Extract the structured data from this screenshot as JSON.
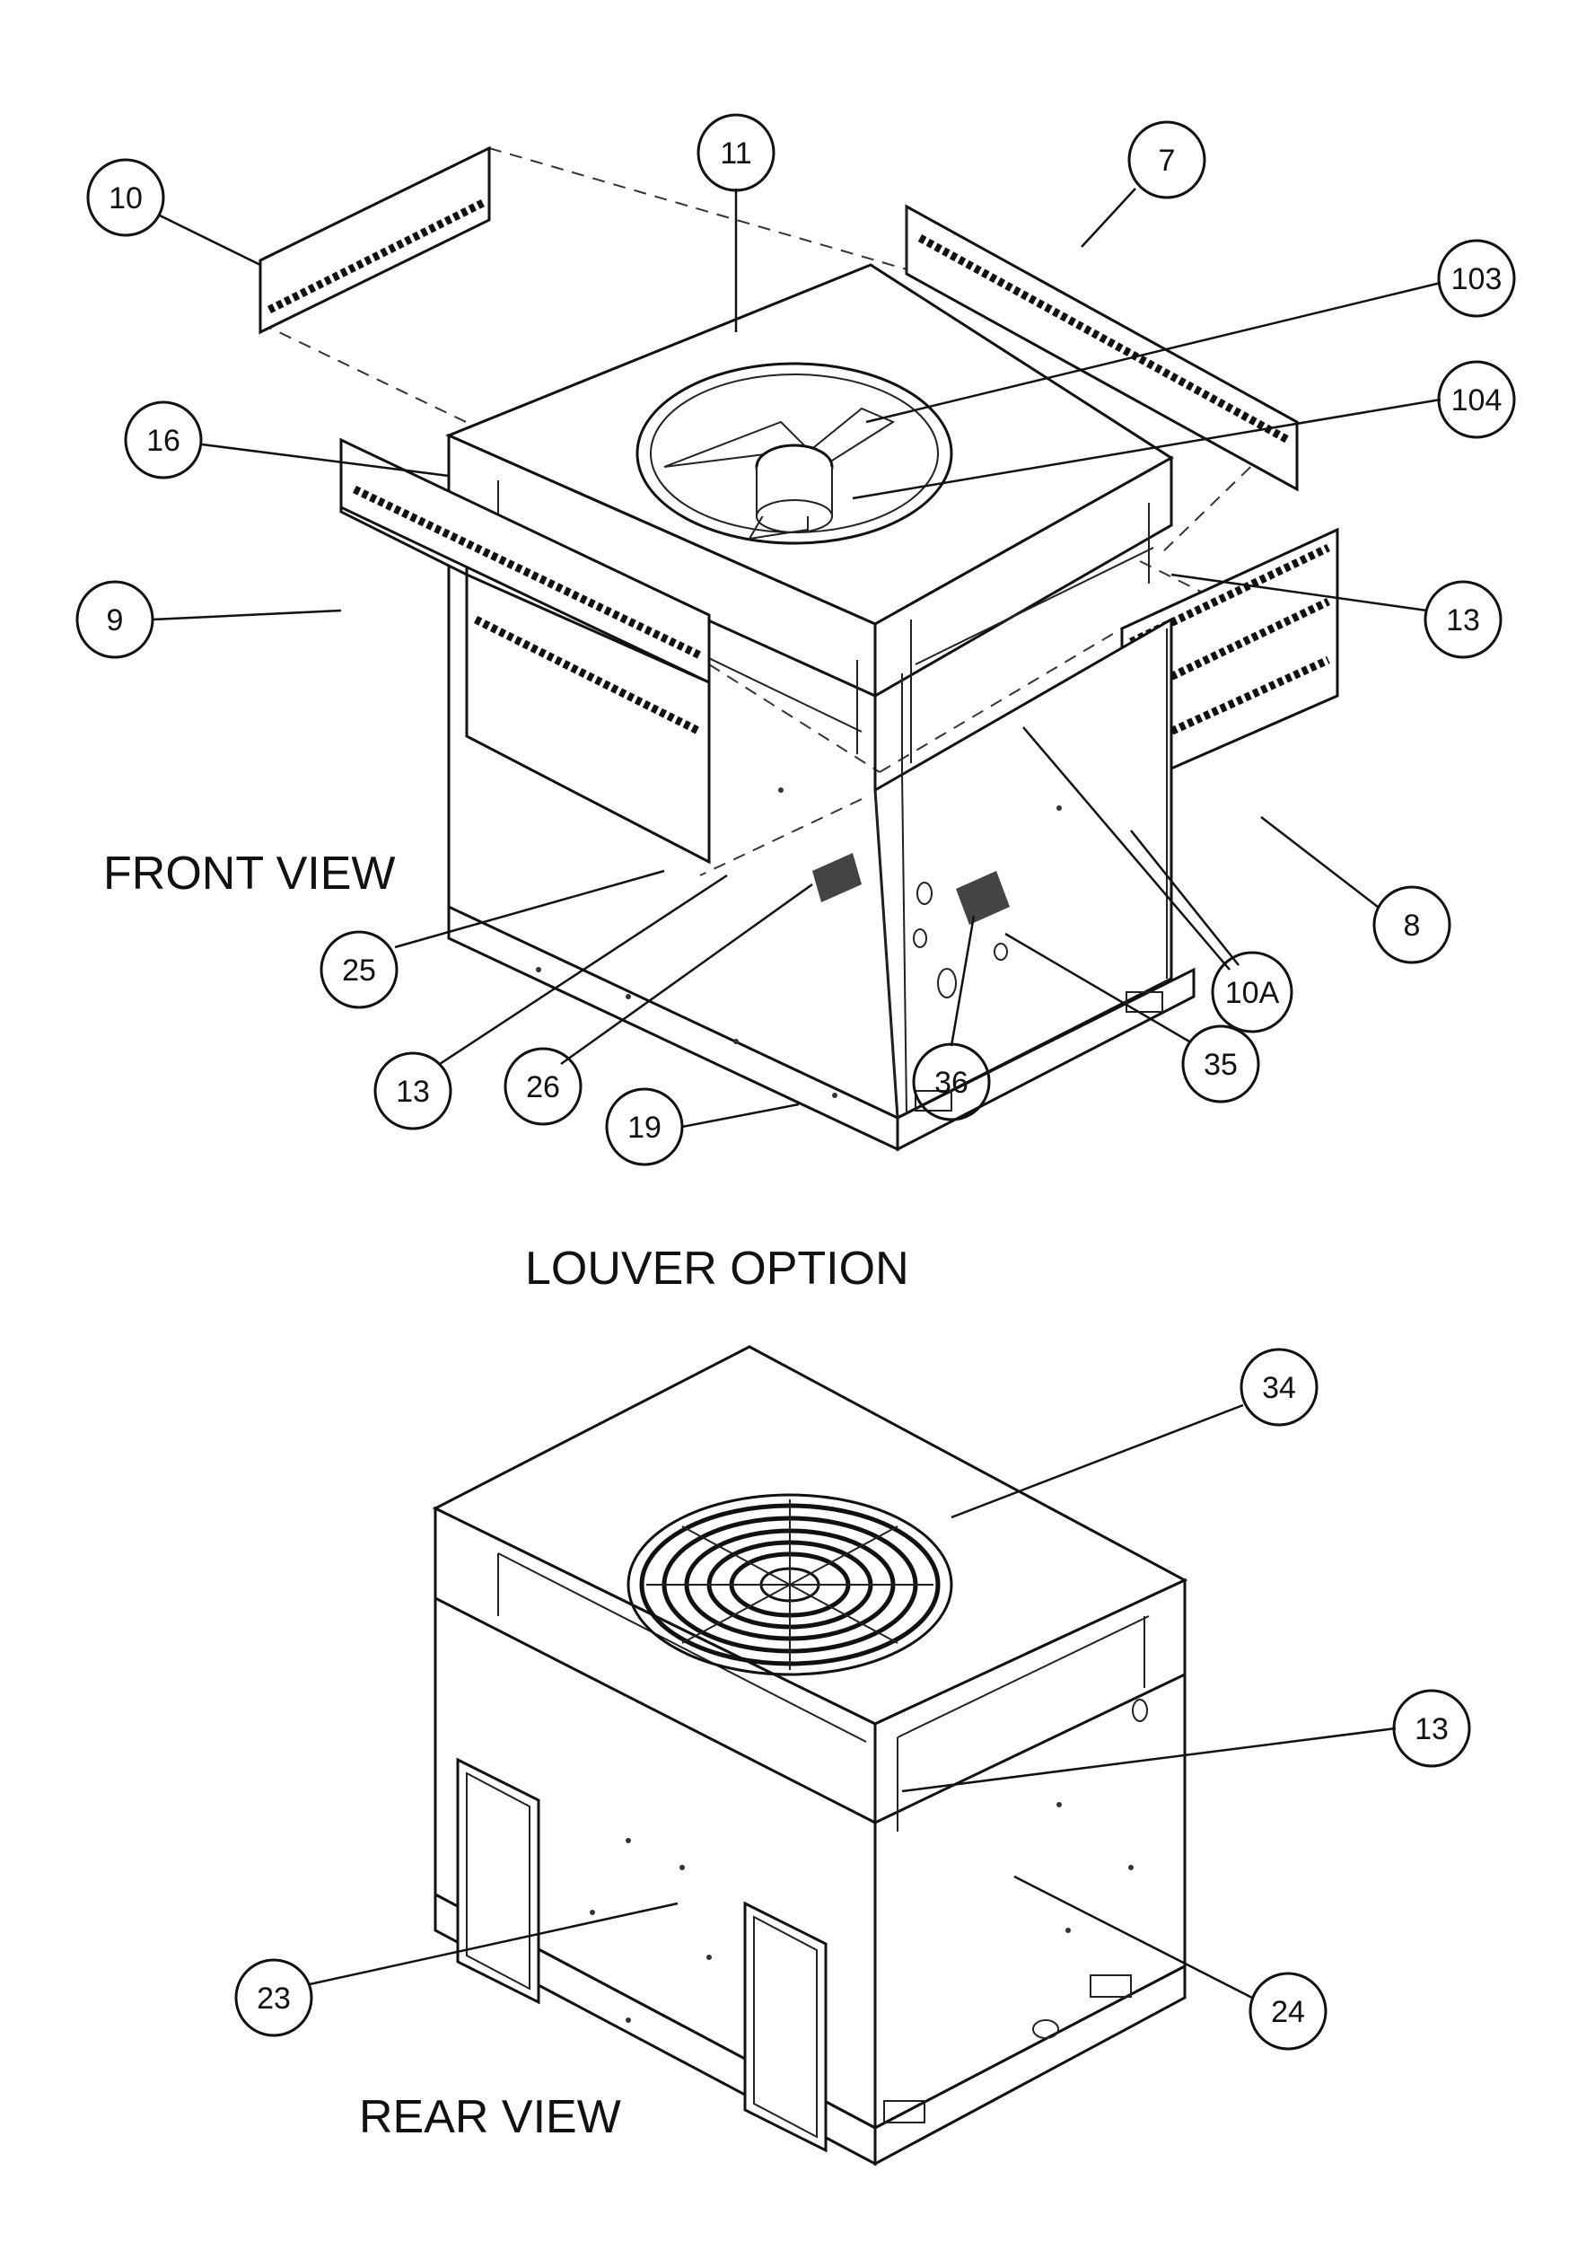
{
  "view_labels": {
    "front": "FRONT VIEW",
    "louver": "LOUVER OPTION",
    "rear": "REAR VIEW"
  },
  "callouts": {
    "c10": "10",
    "c11": "11",
    "c7": "7",
    "c103": "103",
    "c104": "104",
    "c16": "16",
    "c9": "9",
    "c13a": "13",
    "c8": "8",
    "c10A": "10A",
    "c25": "25",
    "c13b": "13",
    "c26": "26",
    "c36": "36",
    "c35": "35",
    "c19": "19",
    "c34": "34",
    "c13c": "13",
    "c23": "23",
    "c24": "24"
  },
  "colors": {
    "line": "#111111",
    "background": "#ffffff"
  }
}
